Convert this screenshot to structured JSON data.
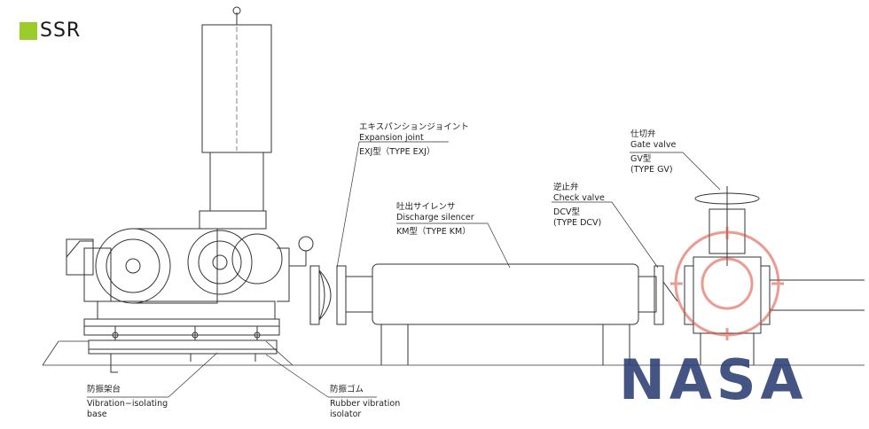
{
  "title": "SSR",
  "title_marker_color": "#9ccc2c",
  "labels": {
    "expansion_joint": {
      "ja": "エキスパンションジョイント",
      "en": "Expansion joint",
      "type": "EXJ型（TYPE EXJ）"
    },
    "discharge_silencer": {
      "ja": "吐出サイレンサ",
      "en": "Discharge silencer",
      "type": "KM型（TYPE KM）"
    },
    "check_valve": {
      "ja": "逆止弁",
      "en": "Check valve",
      "type_ja": "DCV型",
      "type_en": "(TYPE DCV)"
    },
    "gate_valve": {
      "ja": "仕切弁",
      "en": "Gate valve",
      "type_ja": "GV型",
      "type_en": "(TYPE GV)"
    },
    "base": {
      "ja": "防振架台",
      "en_line1": "Vibration−isolating",
      "en_line2": "base"
    },
    "rubber": {
      "ja": "防振ゴム",
      "en_line1": "Rubber vibration",
      "en_line2": "isolator"
    }
  },
  "watermark": {
    "text": "NASA",
    "text_color": "#2c3e73",
    "gear_color": "#d94a3a"
  },
  "line_color": "#333333"
}
